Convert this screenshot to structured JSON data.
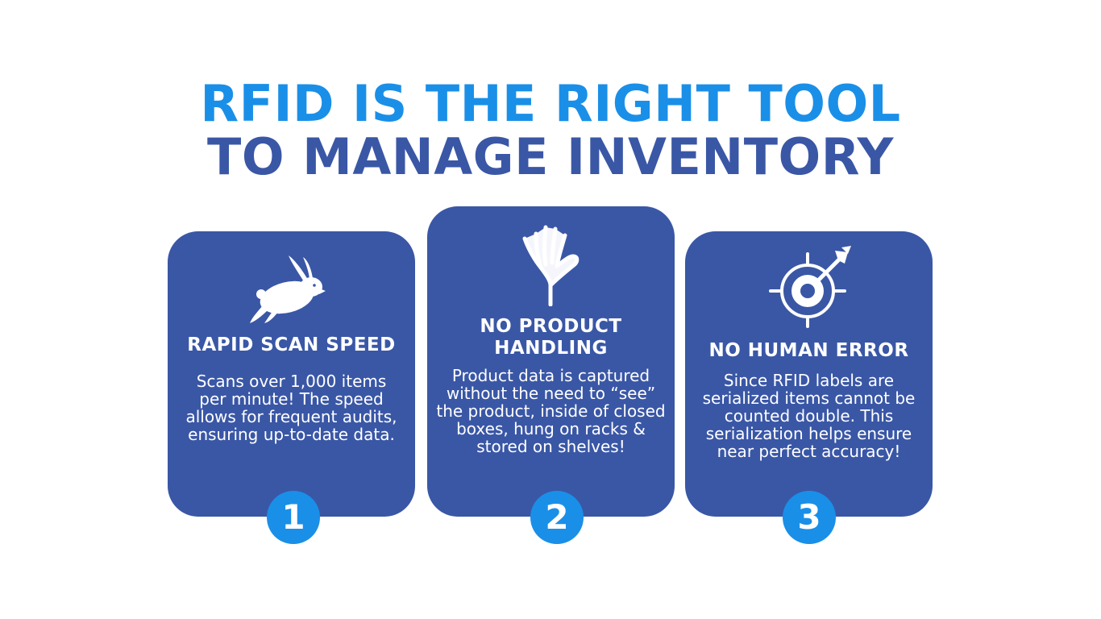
{
  "header": {
    "title_line1": "RFID IS THE RIGHT TOOL",
    "title_line2": "TO MANAGE INVENTORY"
  },
  "colors": {
    "accent_blue": "#1a8fe8",
    "card_blue": "#3a57a6",
    "background": "#ffffff"
  },
  "cards": [
    {
      "icon": "rabbit-icon",
      "title": "RAPID SCAN SPEED",
      "text": "Scans over 1,000 items per minute! The speed allows for frequent audits, ensuring up-to-date data.",
      "number": "1"
    },
    {
      "icon": "open-hand-icon",
      "title": "NO PRODUCT HANDLING",
      "text": "Product data is captured without the need to “see” the product, inside of closed boxes, hung on racks & stored on shelves!",
      "number": "2"
    },
    {
      "icon": "target-arrow-icon",
      "title": "NO HUMAN ERROR",
      "text": "Since RFID labels are serialized items cannot be counted double. This serialization helps ensure near perfect accuracy!",
      "number": "3"
    }
  ]
}
